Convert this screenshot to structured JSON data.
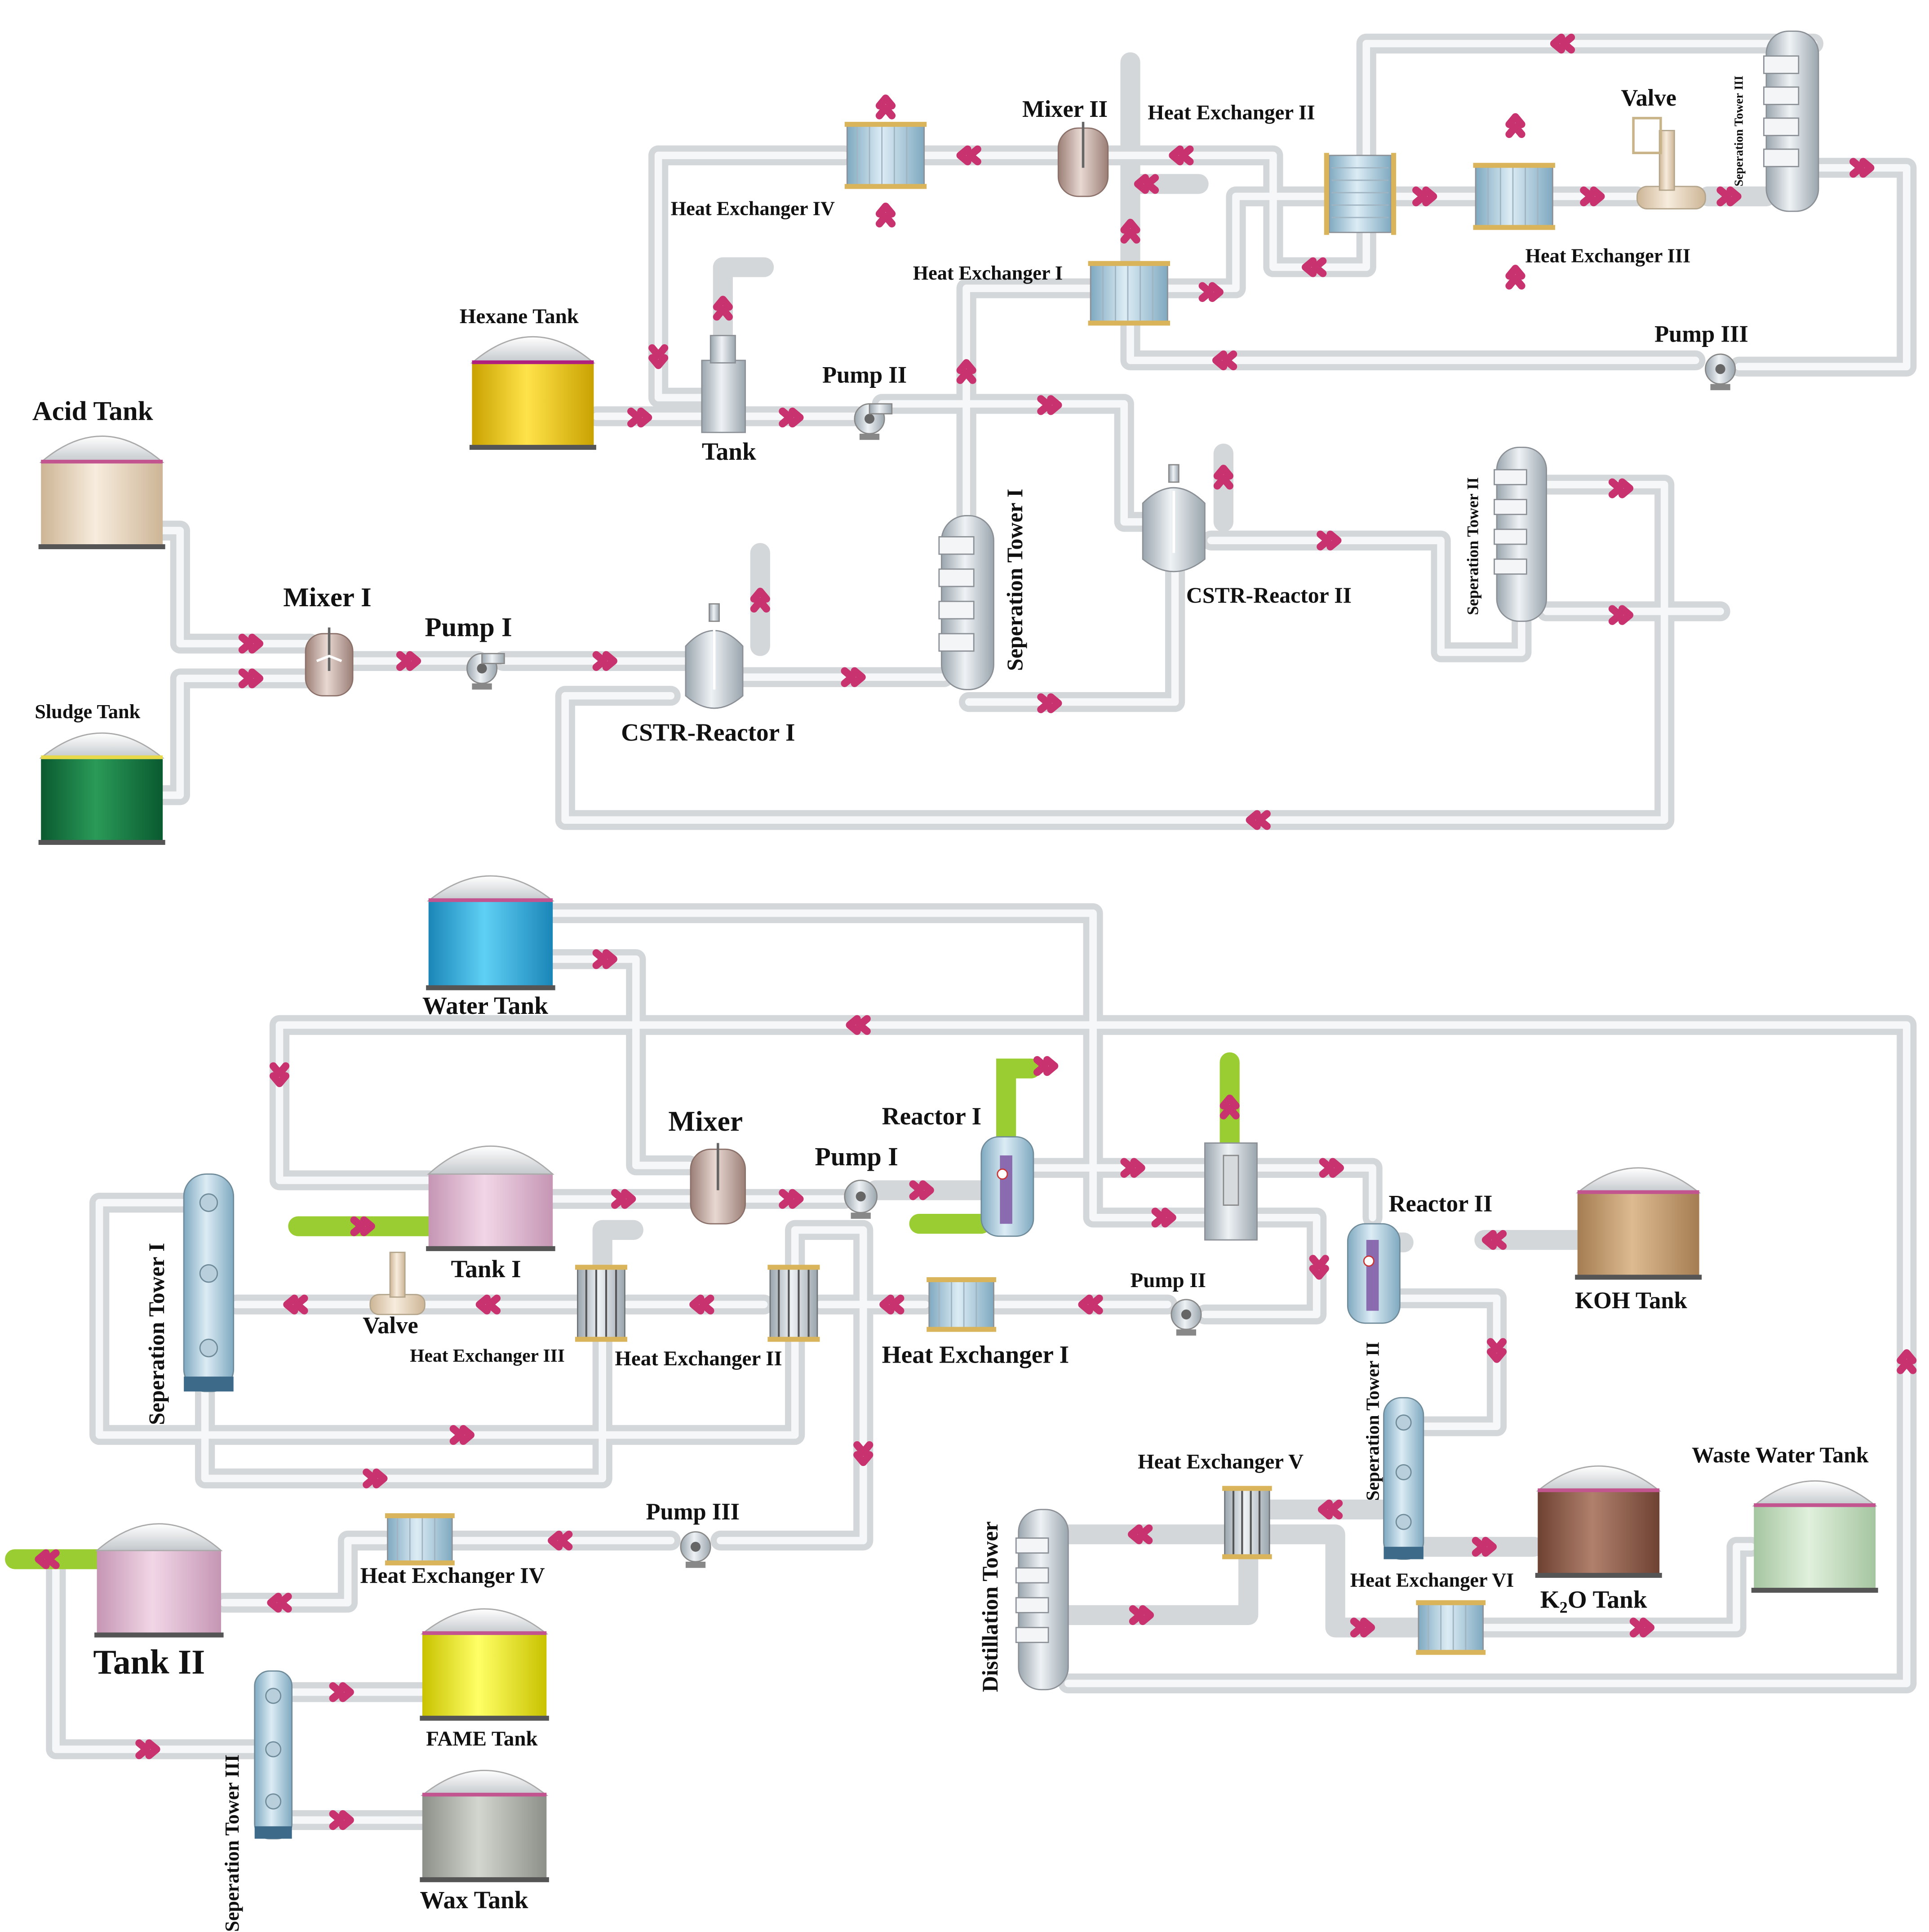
{
  "top_process": {
    "acid_tank": "Acid Tank",
    "sludge_tank": "Sludge Tank",
    "mixer_1": "Mixer I",
    "pump_1": "Pump I",
    "cstr_reactor_1": "CSTR-Reactor I",
    "separation_tower_1": "Seperation Tower I",
    "hexane_tank": "Hexane Tank",
    "tank": "Tank",
    "pump_2": "Pump II",
    "cstr_reactor_2": "CSTR-Reactor II",
    "separation_tower_2": "Seperation Tower II",
    "heat_exchanger_1": "Heat Exchanger I",
    "heat_exchanger_2": "Heat Exchanger II",
    "heat_exchanger_3": "Heat Exchanger III",
    "heat_exchanger_4": "Heat Exchanger IV",
    "mixer_2": "Mixer II",
    "valve": "Valve",
    "separation_tower_3": "Seperation Tower III",
    "pump_3": "Pump III"
  },
  "bottom_process": {
    "water_tank": "Water Tank",
    "mixer": "Mixer",
    "pump_1": "Pump I",
    "reactor_1": "Reactor I",
    "reactor_2": "Reactor II",
    "koh_tank": "KOH Tank",
    "tank_1": "Tank I",
    "valve": "Valve",
    "heat_exchanger_3": "Heat Exchanger III",
    "heat_exchanger_2": "Heat Exchanger II",
    "heat_exchanger_1": "Heat Exchanger I",
    "pump_2": "Pump II",
    "separation_tower_1": "Seperation Tower I",
    "separation_tower_2": "Seperation Tower II",
    "heat_exchanger_5": "Heat Exchanger V",
    "heat_exchanger_6": "Heat Exchanger VI",
    "k2o_tank": "K",
    "k2o_sub": "2",
    "k2o_suffix": "O Tank",
    "waste_water_tank": "Waste Water Tank",
    "distillation_tower": "Distillation Tower",
    "pump_3": "Pump III",
    "heat_exchanger_4": "Heat Exchanger IV",
    "tank_2": "Tank II",
    "separation_tower_3": "Seperation Tower III",
    "fame_tank": "FAME Tank",
    "wax_tank": "Wax Tank"
  },
  "colors": {
    "arrow": "#c8326e",
    "pipe": "#d4d7da",
    "green_pipe": "#9acd32",
    "acid_tank": "#ead8c2",
    "sludge_tank": "#0d6b3a",
    "hexane_tank": "#e8c20f",
    "water_tank": "#2ea8d8",
    "tank_pink": "#dcb6cf",
    "koh_tank": "#c29a6c",
    "k2o_tank": "#8c5a48",
    "waste_water_tank": "#c4dcc0",
    "fame_tank": "#e7e000",
    "wax_tank": "#a9ada5"
  }
}
